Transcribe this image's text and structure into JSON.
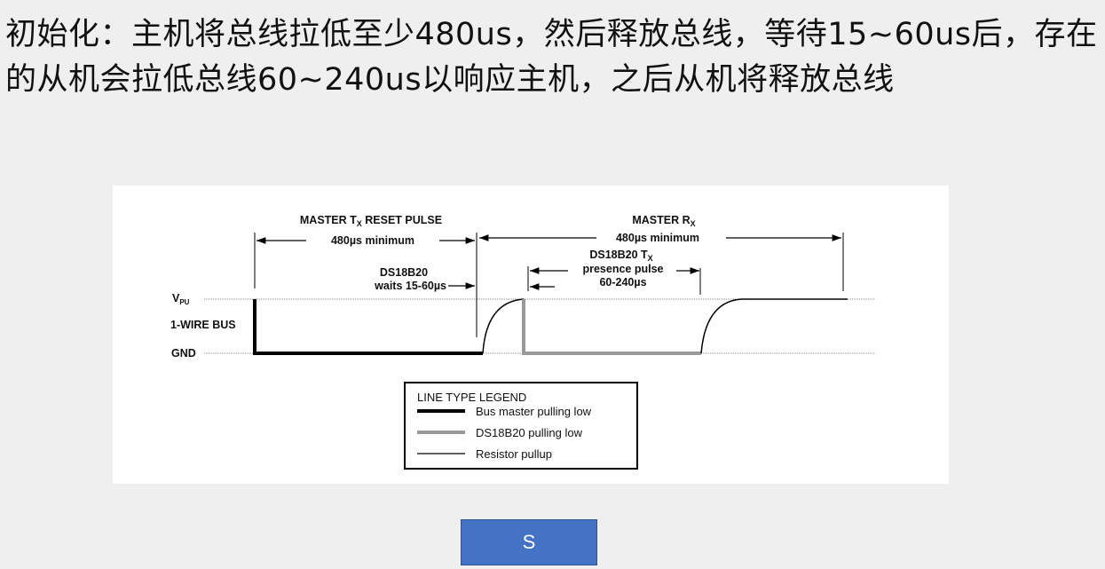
{
  "description": "初始化：主机将总线拉低至少480us，然后释放总线，等待15~60us后，存在的从机会拉低总线60~240us以响应主机，之后从机将释放总线",
  "diagram": {
    "master_tx_label": "MASTER T",
    "master_tx_sub": "X",
    "master_tx_suffix": " RESET PULSE",
    "tx_min": "480µs minimum",
    "master_rx_label": "MASTER R",
    "master_rx_sub": "X",
    "rx_min": "480µs minimum",
    "wait_line1": "DS18B20",
    "wait_line2": "waits 15-60µs",
    "presence_line1": "DS18B20 T",
    "presence_line1_sub": "X",
    "presence_line2": "presence pulse",
    "presence_line3": "60-240µs",
    "vpu": "V",
    "vpu_sub": "PU",
    "bus": "1-WIRE BUS",
    "gnd": "GND",
    "legend": {
      "title": "LINE TYPE LEGEND",
      "items": [
        "Bus master pulling low",
        "DS18B20 pulling low",
        "Resistor pullup"
      ]
    }
  },
  "button": {
    "label": "S",
    "color": "#4472c4"
  }
}
